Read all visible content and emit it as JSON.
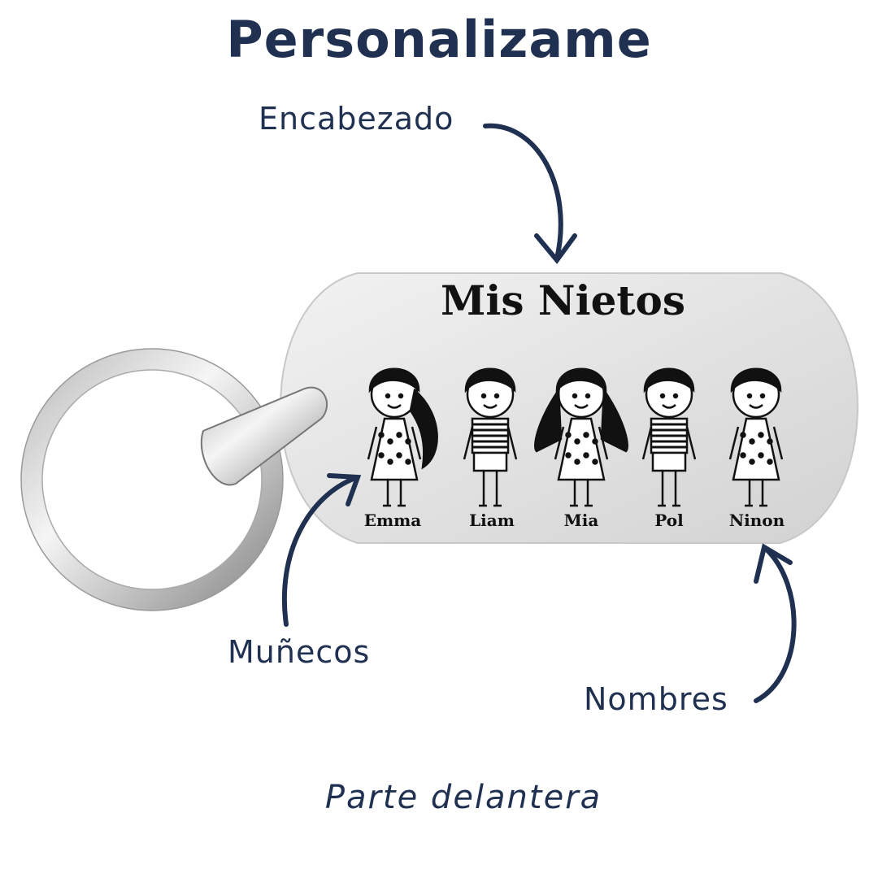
{
  "title": "Personalizame",
  "labels": {
    "header": "Encabezado",
    "figures": "Muñecos",
    "names": "Nombres"
  },
  "tag": {
    "heading": "Mis Nietos",
    "names": [
      "Emma",
      "Liam",
      "Mia",
      "Pol",
      "Ninon"
    ]
  },
  "footer": "Parte delantera",
  "colors": {
    "accent": "#1f3050",
    "engraving": "#111111",
    "metal": "#e4e4e4"
  }
}
